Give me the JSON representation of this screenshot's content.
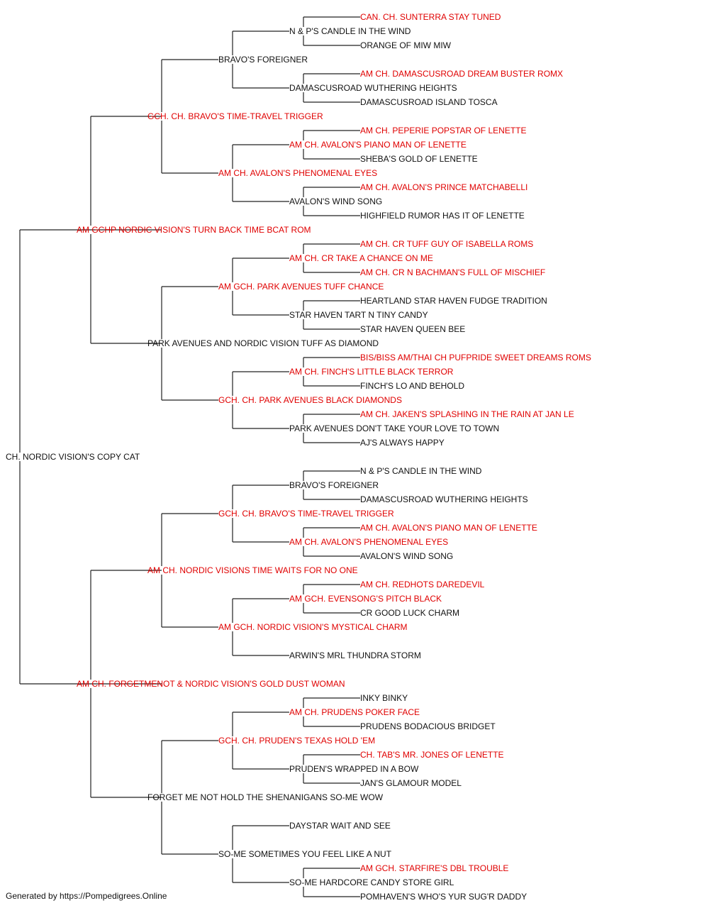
{
  "colors": {
    "champion": "#e00000",
    "normal": "#111111",
    "line": "#222222"
  },
  "footer": "Generated by https://Pompedigrees.Online",
  "pedigree": {
    "name": "CH. NORDIC VISION'S COPY CAT",
    "champion": false,
    "sire": {
      "name": "AM GCHP NORDIC VISION'S TURN BACK TIME BCAT ROM",
      "champion": true,
      "sire": {
        "name": "GCH. CH. BRAVO'S TIME-TRAVEL TRIGGER",
        "champion": true,
        "sire": {
          "name": "BRAVO'S FOREIGNER",
          "champion": false,
          "sire": {
            "name": "N & P'S CANDLE IN THE WIND",
            "champion": false,
            "sire": {
              "name": "CAN. CH. SUNTERRA STAY TUNED",
              "champion": true
            },
            "dam": {
              "name": "ORANGE OF MIW MIW",
              "champion": false
            }
          },
          "dam": {
            "name": "DAMASCUSROAD WUTHERING HEIGHTS",
            "champion": false,
            "sire": {
              "name": "AM CH. DAMASCUSROAD DREAM BUSTER ROMX",
              "champion": true
            },
            "dam": {
              "name": "DAMASCUSROAD ISLAND TOSCA",
              "champion": false
            }
          }
        },
        "dam": {
          "name": "AM CH. AVALON'S PHENOMENAL EYES",
          "champion": true,
          "sire": {
            "name": "AM CH. AVALON'S PIANO MAN OF LENETTE",
            "champion": true,
            "sire": {
              "name": "AM CH. PEPERIE POPSTAR OF LENETTE",
              "champion": true
            },
            "dam": {
              "name": "SHEBA'S GOLD OF LENETTE",
              "champion": false
            }
          },
          "dam": {
            "name": "AVALON'S WIND SONG",
            "champion": false,
            "sire": {
              "name": "AM CH. AVALON'S PRINCE MATCHABELLI",
              "champion": true
            },
            "dam": {
              "name": "HIGHFIELD RUMOR HAS IT OF LENETTE",
              "champion": false
            }
          }
        }
      },
      "dam": {
        "name": "PARK AVENUES AND NORDIC VISION TUFF AS DIAMOND",
        "champion": false,
        "sire": {
          "name": "AM GCH. PARK AVENUES TUFF CHANCE",
          "champion": true,
          "sire": {
            "name": "AM CH. CR TAKE A CHANCE ON ME",
            "champion": true,
            "sire": {
              "name": "AM CH. CR TUFF GUY OF ISABELLA ROMS",
              "champion": true
            },
            "dam": {
              "name": "AM CH. CR N BACHMAN'S FULL OF MISCHIEF",
              "champion": true
            }
          },
          "dam": {
            "name": "STAR HAVEN TART N TINY CANDY",
            "champion": false,
            "sire": {
              "name": "HEARTLAND STAR HAVEN FUDGE TRADITION",
              "champion": false
            },
            "dam": {
              "name": "STAR HAVEN QUEEN BEE",
              "champion": false
            }
          }
        },
        "dam": {
          "name": "GCH. CH. PARK AVENUES BLACK DIAMONDS",
          "champion": true,
          "sire": {
            "name": "AM CH. FINCH'S LITTLE BLACK TERROR",
            "champion": true,
            "sire": {
              "name": "BIS/BISS AM/THAI CH PUFPRIDE SWEET DREAMS ROMS",
              "champion": true
            },
            "dam": {
              "name": "FINCH'S LO AND BEHOLD",
              "champion": false
            }
          },
          "dam": {
            "name": "PARK AVENUES DON'T TAKE YOUR LOVE TO TOWN",
            "champion": false,
            "sire": {
              "name": "AM CH. JAKEN'S SPLASHING IN THE RAIN AT JAN LE",
              "champion": true
            },
            "dam": {
              "name": "AJ'S ALWAYS HAPPY",
              "champion": false
            }
          }
        }
      }
    },
    "dam": {
      "name": "AM CH. FORGETMENOT & NORDIC VISION'S GOLD DUST WOMAN",
      "champion": true,
      "sire": {
        "name": "AM CH. NORDIC VISIONS TIME WAITS FOR NO ONE",
        "champion": true,
        "sire": {
          "name": "GCH. CH. BRAVO'S TIME-TRAVEL TRIGGER",
          "champion": true,
          "sire": {
            "name": "BRAVO'S FOREIGNER",
            "champion": false,
            "sire": {
              "name": "N & P'S CANDLE IN THE WIND",
              "champion": false
            },
            "dam": {
              "name": "DAMASCUSROAD WUTHERING HEIGHTS",
              "champion": false
            }
          },
          "dam": {
            "name": "AM CH. AVALON'S PHENOMENAL EYES",
            "champion": true,
            "sire": {
              "name": "AM CH. AVALON'S PIANO MAN OF LENETTE",
              "champion": true
            },
            "dam": {
              "name": "AVALON'S WIND SONG",
              "champion": false
            }
          }
        },
        "dam": {
          "name": "AM GCH. NORDIC VISION'S MYSTICAL CHARM",
          "champion": true,
          "sire": {
            "name": "AM GCH. EVENSONG'S PITCH BLACK",
            "champion": true,
            "sire": {
              "name": "AM CH. REDHOTS DAREDEVIL",
              "champion": true
            },
            "dam": {
              "name": "CR GOOD LUCK CHARM",
              "champion": false
            }
          },
          "dam": {
            "name": "ARWIN'S MRL THUNDRA STORM",
            "champion": false
          }
        }
      },
      "dam": {
        "name": "FORGET ME NOT HOLD THE SHENANIGANS SO-ME WOW",
        "champion": false,
        "sire": {
          "name": "GCH. CH. PRUDEN'S TEXAS HOLD 'EM",
          "champion": true,
          "sire": {
            "name": "AM CH. PRUDENS POKER FACE",
            "champion": true,
            "sire": {
              "name": "INKY BINKY",
              "champion": false
            },
            "dam": {
              "name": "PRUDENS BODACIOUS BRIDGET",
              "champion": false
            }
          },
          "dam": {
            "name": "PRUDEN'S WRAPPED IN A BOW",
            "champion": false,
            "sire": {
              "name": "CH. TAB'S MR. JONES OF LENETTE",
              "champion": true
            },
            "dam": {
              "name": "JAN'S GLAMOUR MODEL",
              "champion": false
            }
          }
        },
        "dam": {
          "name": "SO-ME SOMETIMES YOU FEEL LIKE A NUT",
          "champion": false,
          "sire": {
            "name": "DAYSTAR WAIT AND SEE",
            "champion": false
          },
          "dam": {
            "name": "SO-ME HARDCORE CANDY STORE GIRL",
            "champion": false,
            "sire": {
              "name": "AM GCH. STARFIRE'S DBL TROUBLE",
              "champion": true
            },
            "dam": {
              "name": "POMHAVEN'S WHO'S YUR SUG'R DADDY",
              "champion": false
            }
          }
        }
      }
    }
  }
}
